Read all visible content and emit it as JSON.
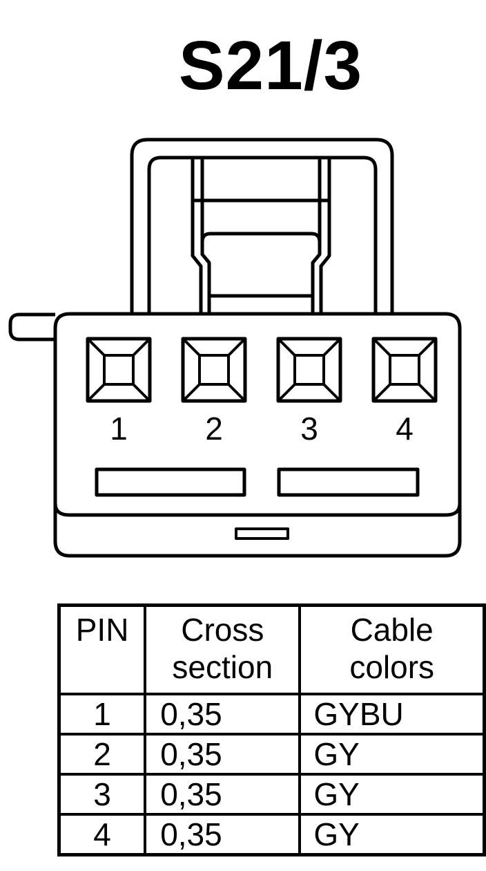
{
  "title": "S21/3",
  "pin_numbers": [
    "1",
    "2",
    "3",
    "4"
  ],
  "table": {
    "headers": {
      "pin": "PIN",
      "cross_section": [
        "Cross",
        "section"
      ],
      "cable_colors": [
        "Cable",
        "colors"
      ]
    },
    "rows": [
      {
        "pin": "1",
        "cross_section": "0,35",
        "cable_color": "GYBU"
      },
      {
        "pin": "2",
        "cross_section": "0,35",
        "cable_color": "GY"
      },
      {
        "pin": "3",
        "cross_section": "0,35",
        "cable_color": "GY"
      },
      {
        "pin": "4",
        "cross_section": "0,35",
        "cable_color": "GY"
      }
    ]
  }
}
